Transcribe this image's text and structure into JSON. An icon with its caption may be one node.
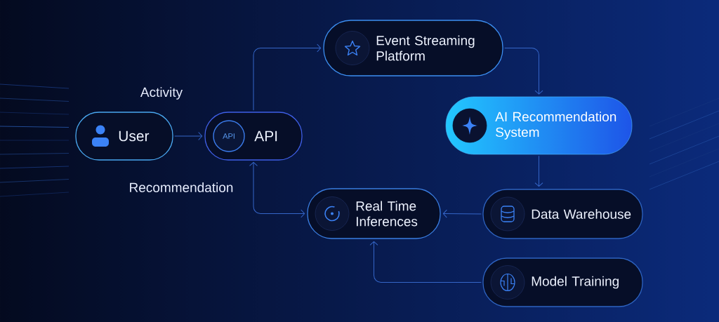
{
  "diagram": {
    "nodes": [
      {
        "text": [
          "User"
        ]
      },
      {
        "text": [
          "API"
        ]
      },
      {
        "text": [
          "API"
        ],
        "in": 1
      },
      {
        "text": [
          "Event Streaming Platform"
        ]
      },
      {
        "text": [
          "AI Recommendation System"
        ]
      },
      {
        "text": [
          "Real Time Inferences"
        ]
      },
      {
        "text": [
          "Data Warehouse"
        ]
      },
      {
        "text": [
          "Model Training"
        ]
      }
    ],
    "edges": [
      {
        "from": 0,
        "to": 1,
        "arrow": "to",
        "label": "Activity"
      },
      {
        "from": 1,
        "to": 3,
        "arrow": "to"
      },
      {
        "from": 3,
        "to": 4,
        "arrow": "to"
      },
      {
        "from": 4,
        "to": 6,
        "arrow": "to"
      },
      {
        "from": 6,
        "to": 5,
        "arrow": "to"
      },
      {
        "from": 7,
        "to": 5,
        "arrow": "to"
      },
      {
        "from": 1,
        "to": 5,
        "arrow": "both",
        "label": "Recommendation"
      }
    ]
  }
}
